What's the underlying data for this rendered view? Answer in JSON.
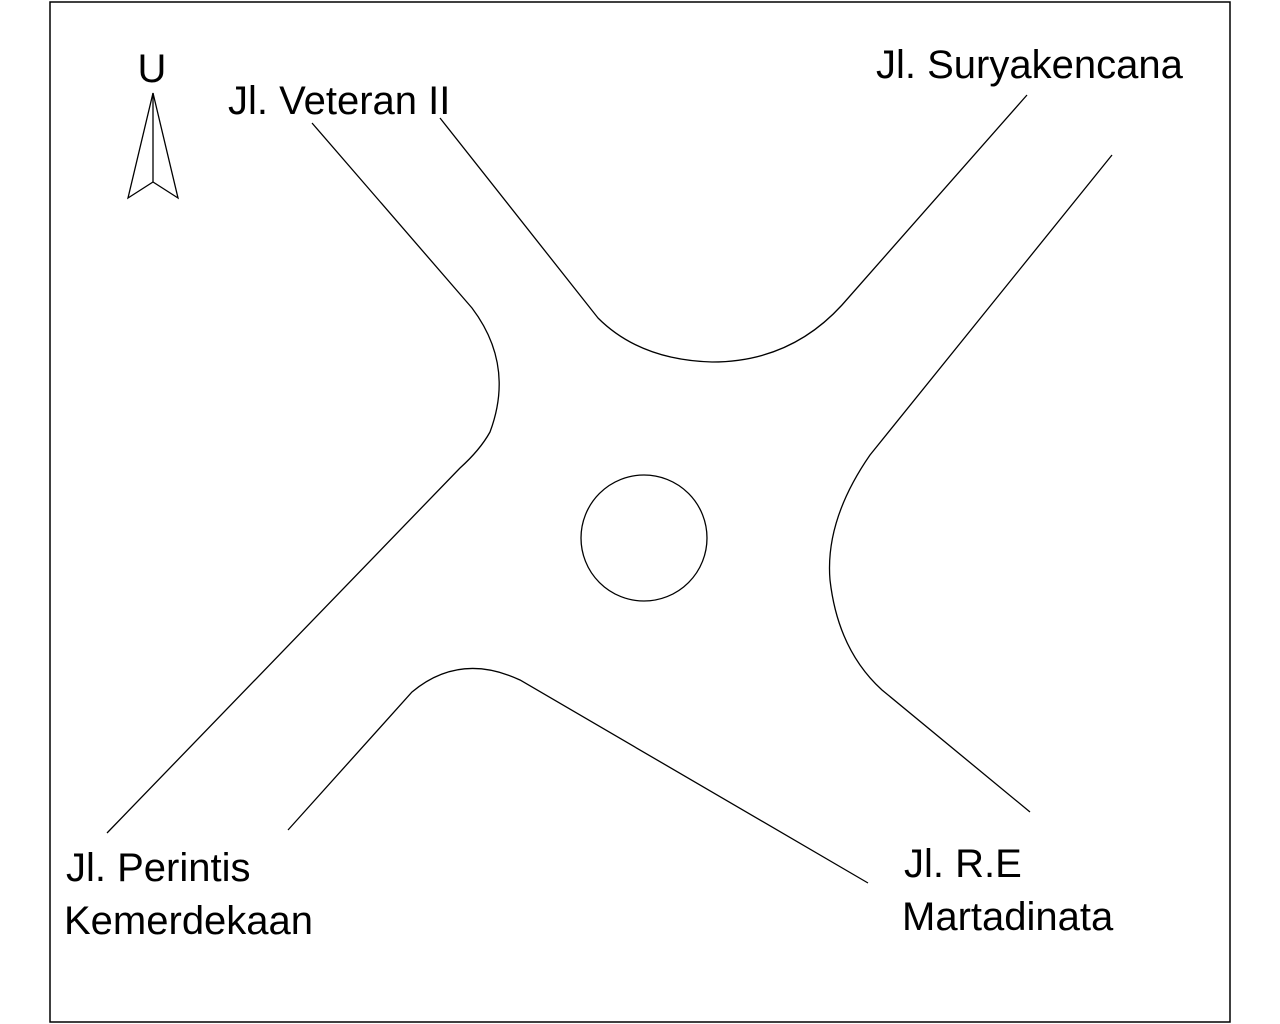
{
  "north_arrow": {
    "letter": "U"
  },
  "streets": {
    "top_left": "Jl. Veteran II",
    "top_right": "Jl. Suryakencana",
    "bottom_left_line1": "Jl. Perintis",
    "bottom_left_line2": "Kemerdekaan",
    "bottom_right_line1": "Jl. R.E",
    "bottom_right_line2": "Martadinata"
  },
  "colors": {
    "background": "#ffffff",
    "line": "#000000"
  }
}
